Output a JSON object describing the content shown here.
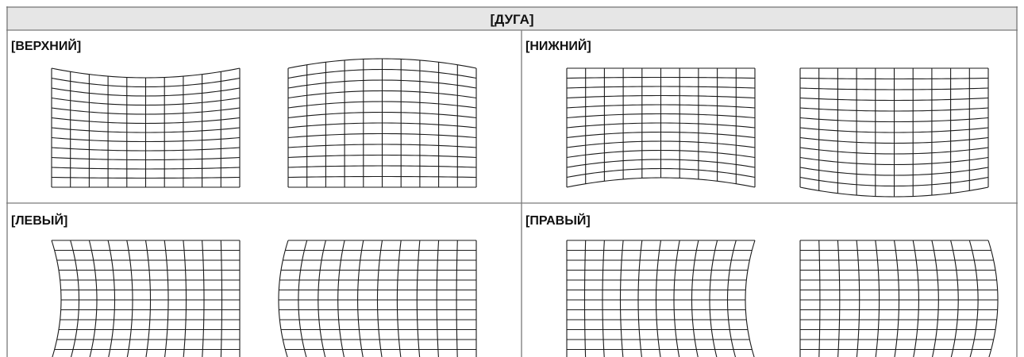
{
  "header": {
    "title": "[ДУГА]"
  },
  "sections": [
    {
      "id": "top",
      "label": "[ВЕРХНИЙ]"
    },
    {
      "id": "bottom",
      "label": "[НИЖНИЙ]"
    },
    {
      "id": "left",
      "label": "[ЛЕВЫЙ]"
    },
    {
      "id": "right",
      "label": "[ПРАВЫЙ]"
    }
  ],
  "grid": {
    "columns": 10,
    "rows": 12
  }
}
